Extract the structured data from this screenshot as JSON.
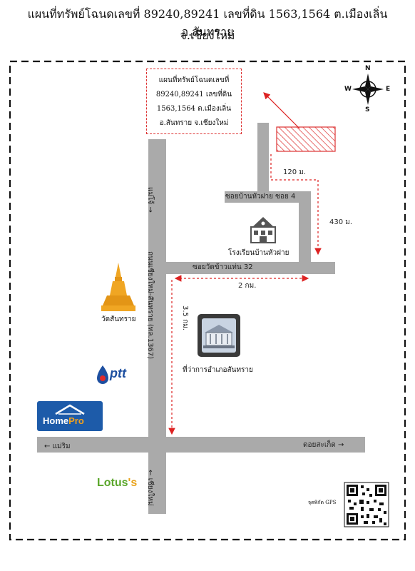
{
  "header": {
    "line1": "แผนที่ทรัพย์โฉนดเลขที่ 89240,89241 เลขที่ดิน 1563,1564  ต.เมืองเลิ่น อ.สันทราย",
    "line2": "จ.เชียงใหม่"
  },
  "callout": {
    "line1": "แผนที่ทรัพย์โฉนดเลขที่",
    "line2": "89240,89241 เลขที่ดิน",
    "line3": "1563,1564  ต.เมืองเลิ่น",
    "line4": "อ.สันทราย จ.เชียงใหม่"
  },
  "compass": {
    "n": "N",
    "s": "S",
    "e": "E",
    "w": "W"
  },
  "roads": {
    "main_road": "ถนนเชียงใหม่-สันทราย (ทล.1367)",
    "to_maejo": "แม่โจ้",
    "to_city": "เชียงใหม่",
    "soi_wat": "ซอยวัดข้าวแท่น 32",
    "soi_ban": "ซอยบ้านหัวฝาย ซอย 4",
    "to_maerim": "แม่ริม",
    "to_doisaket": "ดอยสะเก็ด"
  },
  "distances": {
    "d120": "120 ม.",
    "d430": "430 ม.",
    "d2km": "2 กม.",
    "d35km": "3.5 กม."
  },
  "landmarks": {
    "school": "โรงเรียนบ้านหัวฝาย",
    "temple": "วัดสันทราย",
    "district_office": "ที่ว่าการอำเภอสันทราย",
    "ptt": "ptt",
    "homepro_home": "Home",
    "homepro_pro": "Pro",
    "lotus_main": "Lotus",
    "lotus_s": "'s"
  },
  "gps": {
    "label": "จุดพิกัด GPS"
  },
  "colors": {
    "road": "#aaaaaa",
    "marker": "#d22",
    "border": "#111111"
  }
}
